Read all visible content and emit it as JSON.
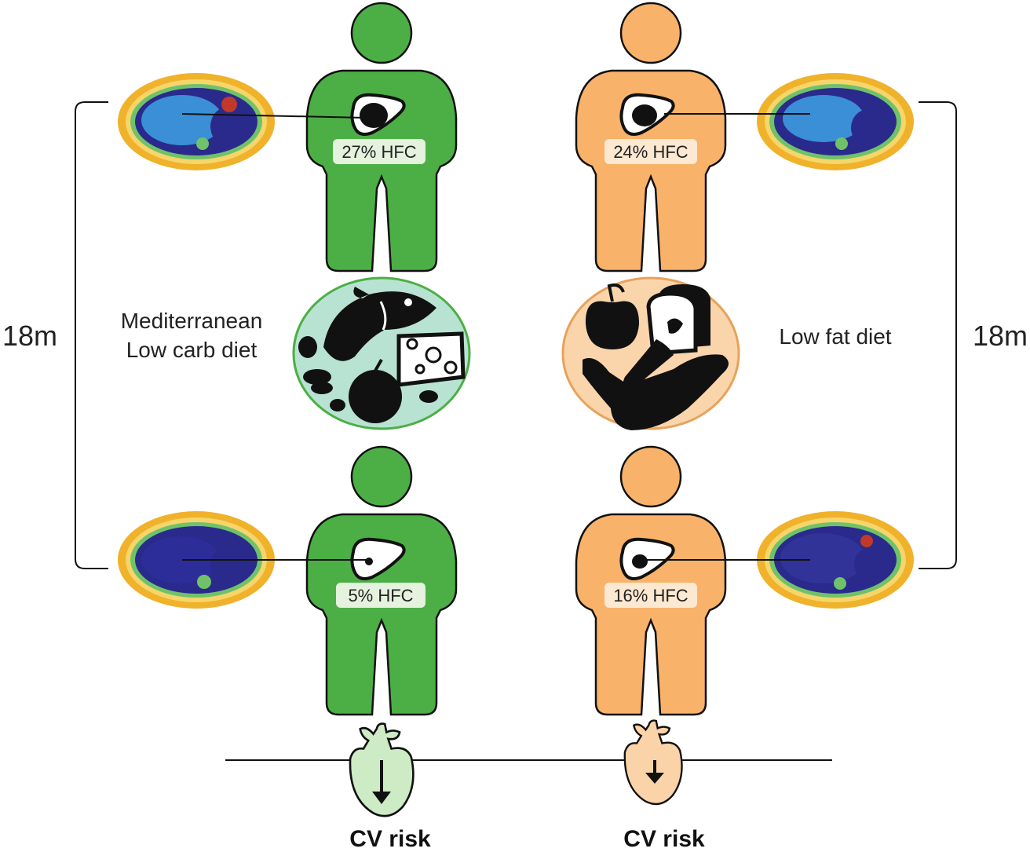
{
  "duration_left": "18m",
  "duration_right": "18m",
  "diet_left": {
    "line1": "Mediterranean",
    "line2": "Low carb diet"
  },
  "diet_right": {
    "line1": "Low fat diet"
  },
  "hfc": {
    "left_before": "27% HFC",
    "right_before": "24% HFC",
    "left_after": "5% HFC",
    "right_after": "16% HFC"
  },
  "risk_left": "CV risk",
  "risk_right": "CV risk",
  "colors": {
    "green": "#4caf45",
    "orange": "#f8b26a",
    "green_plate": "#b8e3d2",
    "orange_plate": "#fad5ac",
    "green_heart": "#cdebc4",
    "orange_heart": "#fbd3a8",
    "scan_blue": "#2a2a8c",
    "scan_cyan": "#3a8fd6",
    "scan_yellow": "#f1c232"
  },
  "icons": {
    "people": "person-silhouette-icon",
    "liver": "liver-icon",
    "heart": "heart-icon",
    "food_left": [
      "fish-icon",
      "cheese-icon",
      "tomato-icon",
      "nuts-icon"
    ],
    "food_right": [
      "apple-icon",
      "bread-icon",
      "carrot-icon",
      "chicken-leg-icon"
    ]
  }
}
